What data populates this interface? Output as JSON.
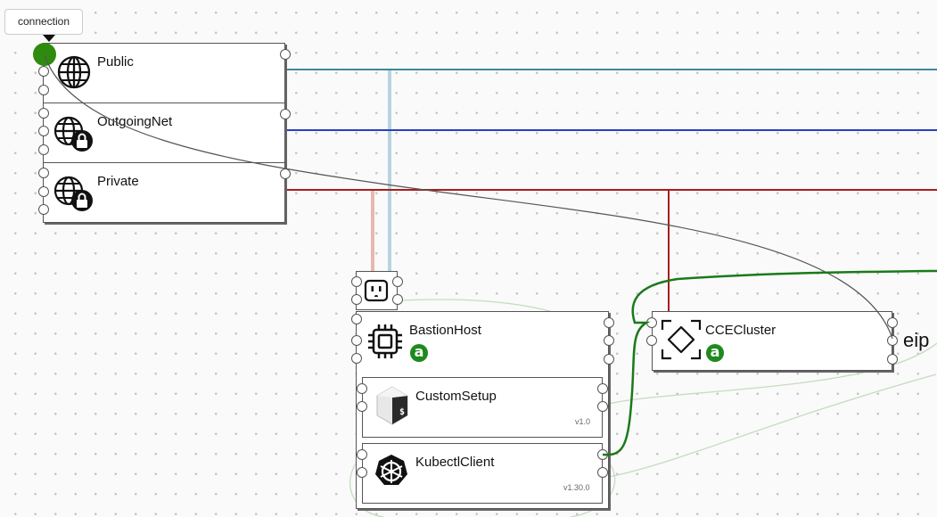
{
  "tooltip": {
    "text": "connection"
  },
  "networks": [
    {
      "label": "Public",
      "icon": "globe-icon",
      "line_color": "#3a8a9a"
    },
    {
      "label": "OutgoingNet",
      "icon": "globe-lock-icon",
      "line_color": "#2a3fc0"
    },
    {
      "label": "Private",
      "icon": "globe-lock-icon",
      "line_color": "#a81e1e"
    }
  ],
  "power_node": {
    "icon": "power-outlet-icon"
  },
  "bastion": {
    "label": "BastionHost",
    "icon": "cpu-chip-icon",
    "badge": "a",
    "children": [
      {
        "label": "CustomSetup",
        "version": "v1.0",
        "icon": "shell-script-icon"
      },
      {
        "label": "KubectlClient",
        "version": "v1.30.0",
        "icon": "kubernetes-helm-icon"
      }
    ]
  },
  "cluster": {
    "label": "CCECluster",
    "icon": "cluster-diamond-icon",
    "badge": "a"
  },
  "external": {
    "label": "eip"
  },
  "colors": {
    "active_port": "#2e8b0e",
    "badge": "#1e8a1e",
    "connection_green": "#1a7a1a",
    "light_green": "#c4dcc0",
    "light_red": "#e8b8b0",
    "light_blue": "#b8d4e0"
  }
}
